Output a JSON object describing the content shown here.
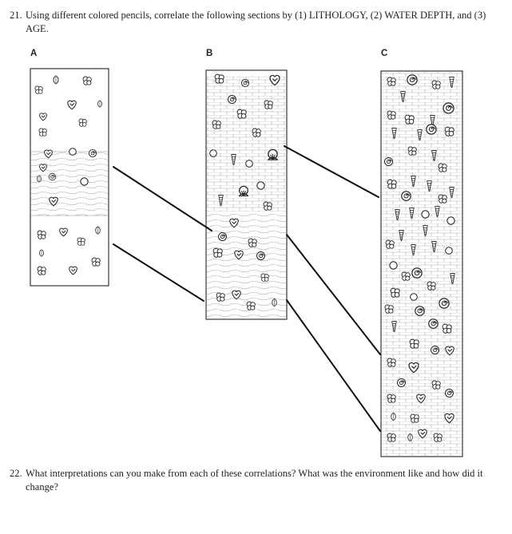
{
  "question_21": {
    "number": "21.",
    "text": "Using different colored pencils, correlate the following sections by (1) LITHOLOGY, (2) WATER DEPTH, and (3) AGE."
  },
  "question_22": {
    "number": "22.",
    "text": "What interpretations can you make from each of these correlations? What was the environment like and how did it change?"
  },
  "columns": {
    "a_label": "A",
    "b_label": "B",
    "c_label": "C"
  },
  "colors": {
    "ink": "#222222",
    "line": "#111111",
    "texture": "#9a9a9a"
  }
}
